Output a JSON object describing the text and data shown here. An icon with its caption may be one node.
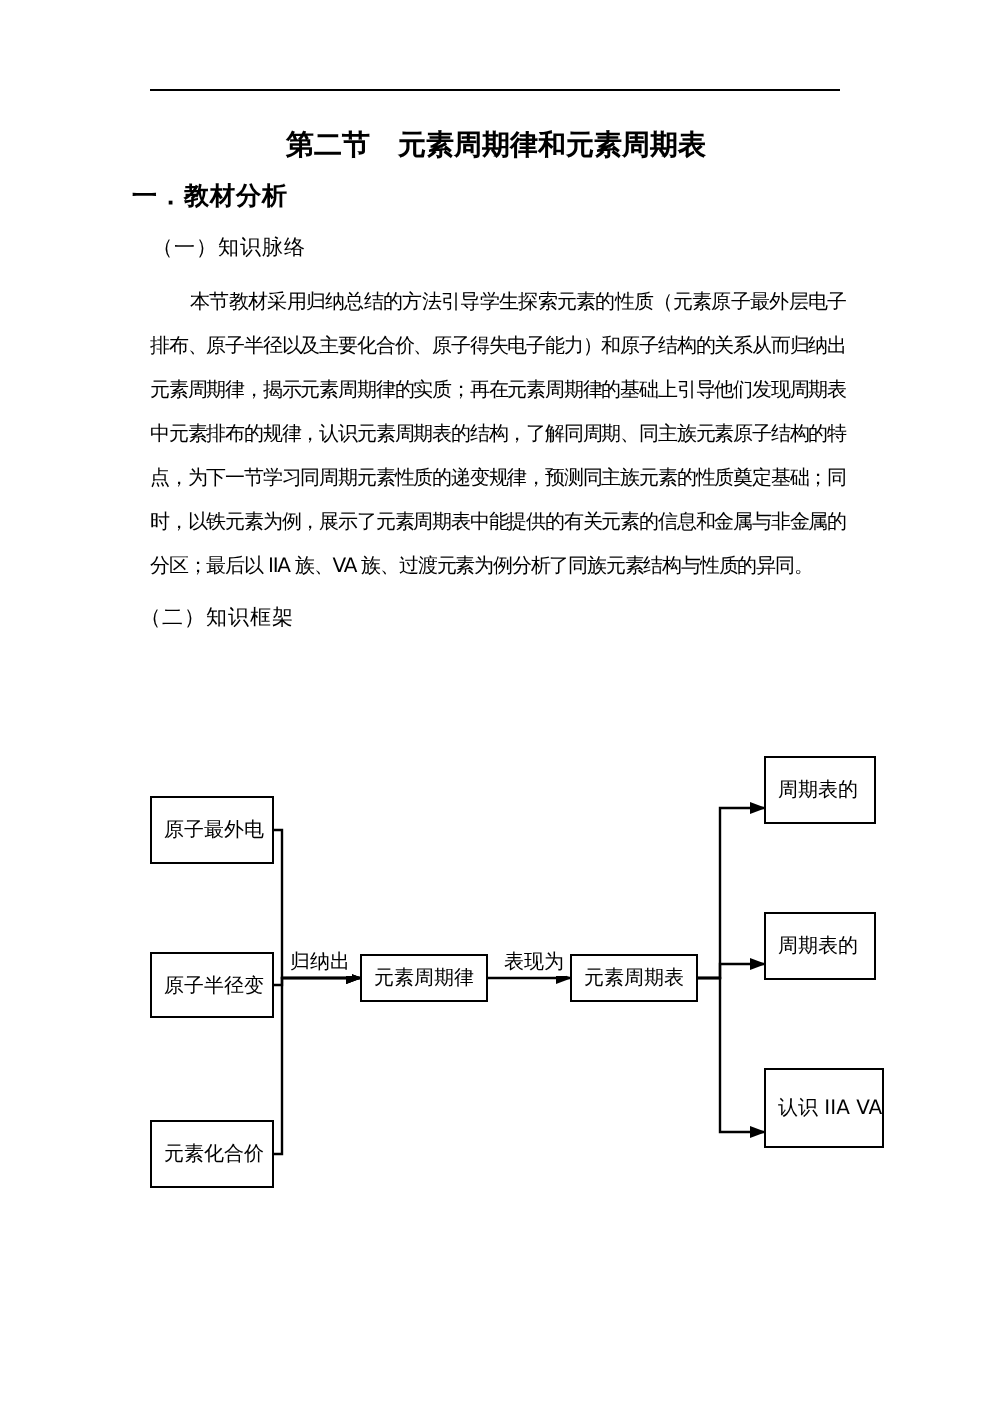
{
  "diagram": {
    "title": "第二节　元素周期律和元素周期表",
    "nodes": [
      {
        "text": [
          "原子最外电"
        ]
      },
      {
        "text": [
          "原子半径变"
        ]
      },
      {
        "text": [
          "元素化合价"
        ]
      },
      {
        "text": [
          "元素周期律"
        ]
      },
      {
        "text": [
          "元素周期表"
        ]
      },
      {
        "text": [
          "周期表的"
        ]
      },
      {
        "text": [
          "周期表的"
        ]
      },
      {
        "text": [
          "认识 IIA VA"
        ]
      }
    ],
    "edges": [
      {
        "from": 0,
        "to": 3,
        "arrow": "to"
      },
      {
        "from": 1,
        "to": 3,
        "arrow": "to",
        "label": "归纳出"
      },
      {
        "from": 2,
        "to": 3,
        "arrow": "to"
      },
      {
        "from": 3,
        "to": 4,
        "arrow": "to",
        "label": "表现为"
      },
      {
        "from": 4,
        "to": 5,
        "arrow": "to"
      },
      {
        "from": 4,
        "to": 6,
        "arrow": "to"
      },
      {
        "from": 4,
        "to": 7,
        "arrow": "to"
      }
    ],
    "labels": [
      "一．教材分析",
      "（一）知识脉络",
      "本节教材采用归纳总结的方法引导学生探索元素的性质（元素原子最外层电子排布、原子半径以及主要化合价、原子得失电子能力）和原子结构的关系从而归纳出元素周期律，揭示元素周期律的实质；再在元素周期律的基础上引导他们发现周期表中元素排布的规律，认识元素周期表的结构，了解同周期、同主族元素原子结构的特点，为下一节学习同周期元素性质的递变规律，预测同主族元素的性质奠定基础；同时，以铁元素为例，展示了元素周期表中能提供的有关元素的信息和金属与非金属的分区；最后以 IIA 族、VA 族、过渡元素为例分析了同族元素结构与性质的异同。",
      "（二）知识框架"
    ]
  }
}
